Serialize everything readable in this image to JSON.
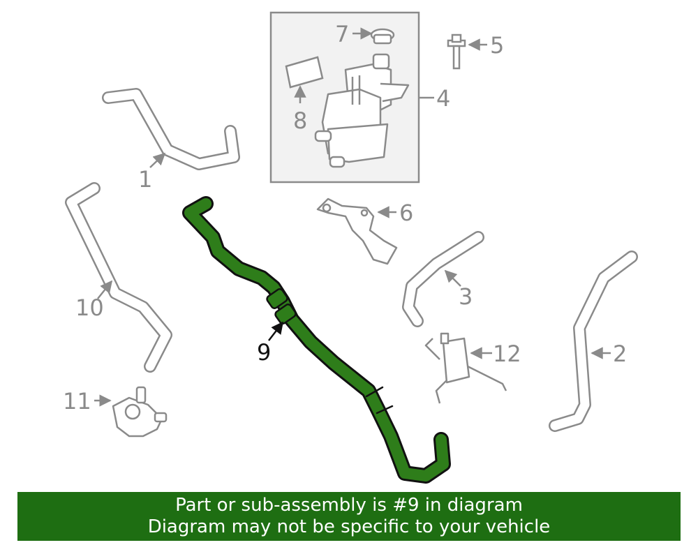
{
  "callouts": {
    "c1": "1",
    "c2": "2",
    "c3": "3",
    "c4": "4",
    "c5": "5",
    "c6": "6",
    "c7": "7",
    "c8": "8",
    "c9": "9",
    "c10": "10",
    "c11": "11",
    "c12": "12"
  },
  "highlight_part": "9",
  "banner": {
    "line1": "Part or sub-assembly is #9 in diagram",
    "line2": "Diagram may not be specific to your vehicle"
  },
  "colors": {
    "highlight": "#2e7d1a",
    "banner": "#1e6e12",
    "line_art": "#8a8a8a"
  }
}
